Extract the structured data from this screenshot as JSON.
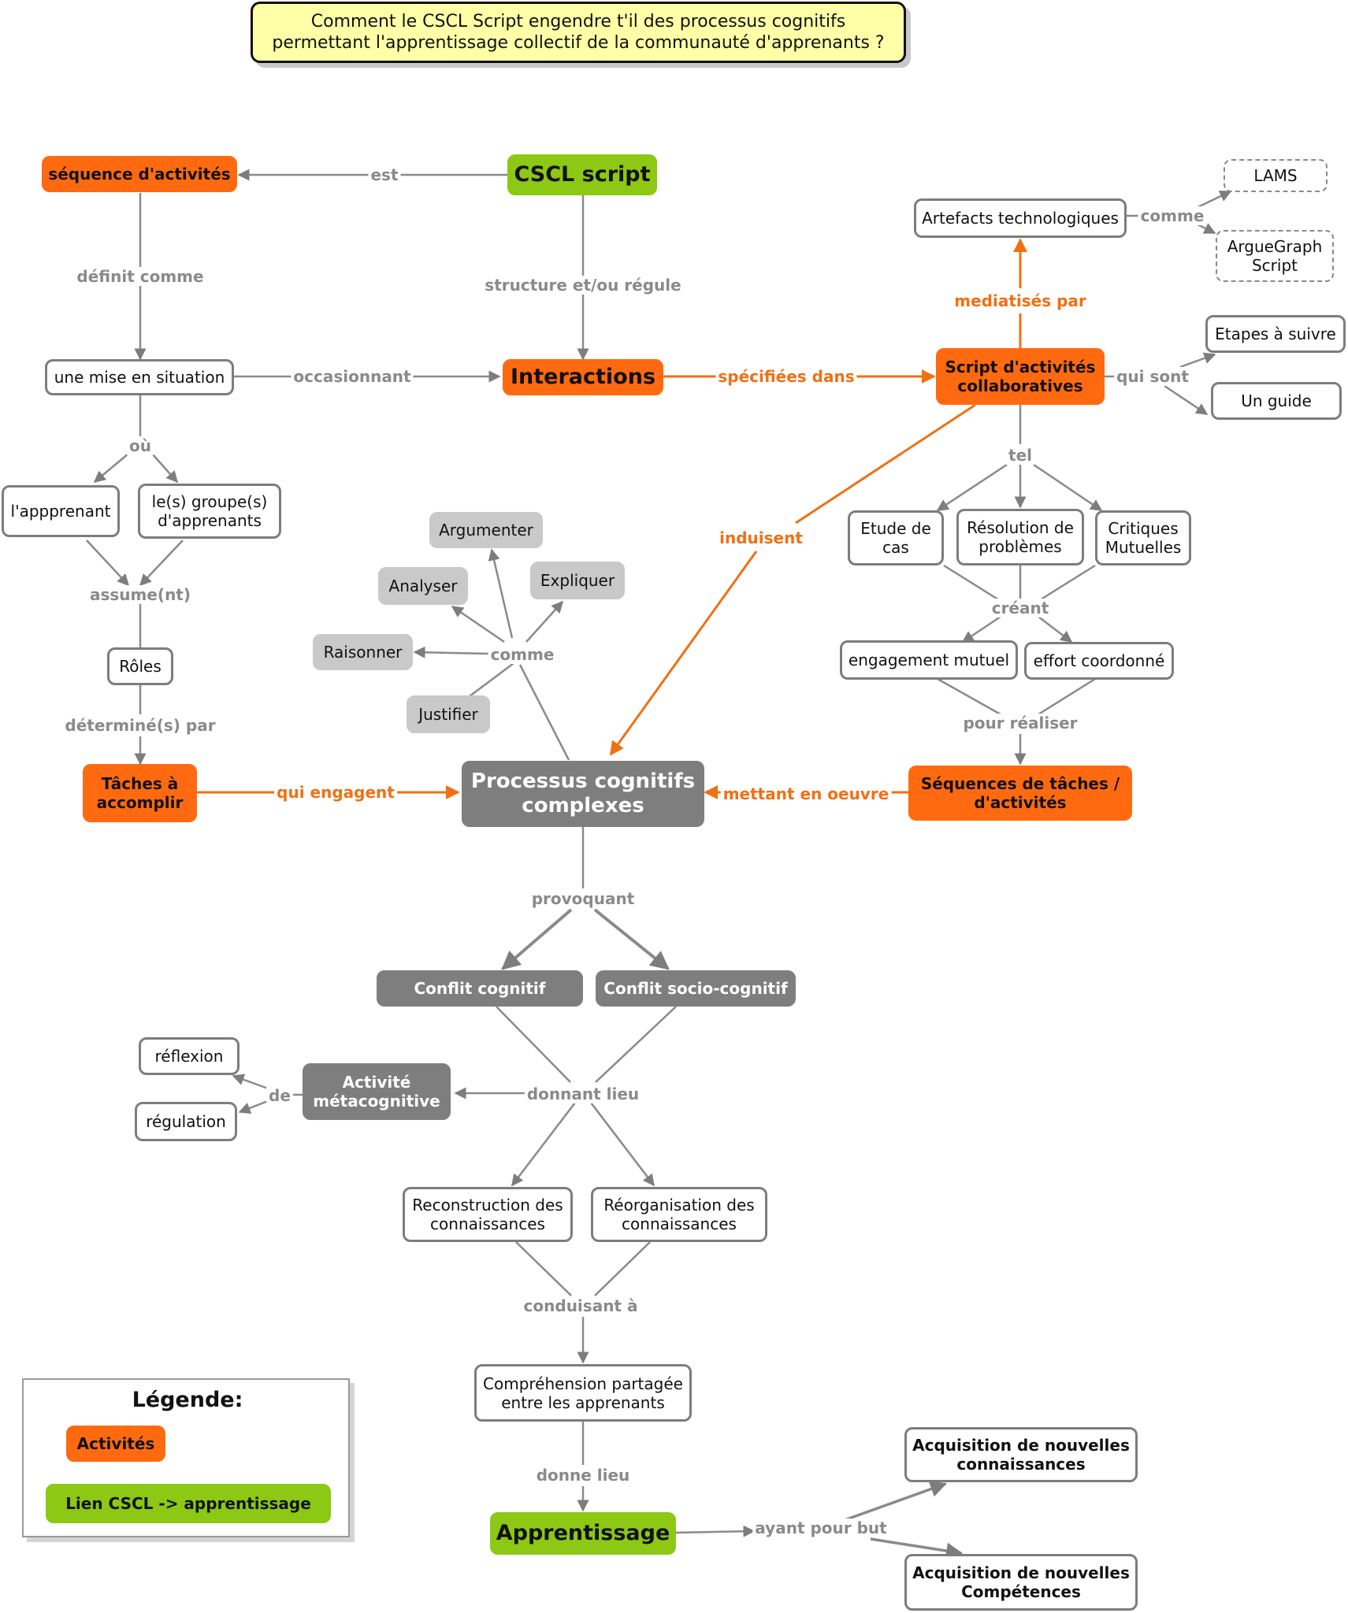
{
  "title": "Comment le CSCL Script engendre t'il des processus cognitifs\npermettant l'apprentissage collectif de la communauté d'apprenants ?",
  "nodes": {
    "sequence": "séquence d'activités",
    "cscl": "CSCL script",
    "artefacts": "Artefacts technologiques",
    "lams": "LAMS",
    "arguegraph": "ArgueGraph\nScript",
    "mise": "une mise en situation",
    "interactions": "Interactions",
    "script": "Script d'activités\ncollaboratives",
    "etapes": "Etapes à suivre",
    "guide": "Un guide",
    "apprenant": "l'appprenant",
    "groupes": "le(s) groupe(s)\nd'apprenants",
    "argumenter": "Argumenter",
    "analyser": "Analyser",
    "expliquer": "Expliquer",
    "raisonner": "Raisonner",
    "justifier": "Justifier",
    "etude": "Etude de\ncas",
    "resolution": "Résolution de\nproblèmes",
    "critiques": "Critiques\nMutuelles",
    "roles": "Rôles",
    "engagement": "engagement mutuel",
    "effort": "effort coordonné",
    "taches": "Tâches à\naccomplir",
    "processus": "Processus cognitifs\ncomplexes",
    "sequences_taches": "Séquences de tâches /\nd'activités",
    "conflit": "Conflit cognitif",
    "conflit_socio": "Conflit socio-cognitif",
    "reflexion": "réflexion",
    "activite_meta": "Activité\nmétacognitive",
    "regulation": "régulation",
    "reconstruction": "Reconstruction des\nconnaissances",
    "reorganisation": "Réorganisation des\nconnaissances",
    "comprehension": "Compréhension partagée\nentre les apprenants",
    "apprentissage": "Apprentissage",
    "acq_connaissances": "Acquisition de nouvelles\nconnaissances",
    "acq_competences": "Acquisition de nouvelles\nCompétences"
  },
  "links": {
    "est": "est",
    "definit": "définit comme",
    "structure": "structure et/ou régule",
    "comme_artefacts": "comme",
    "mediatises": "mediatisés par",
    "occasionnant": "occasionnant",
    "specifiees": "spécifiées dans",
    "qui_sont": "qui sont",
    "ou": "où",
    "tel": "tel",
    "induisent": "induisent",
    "assume": "assume(nt)",
    "comme_processus": "comme",
    "creant": "créant",
    "determine": "déterminé(s) par",
    "pour_realiser": "pour réaliser",
    "qui_engagent": "qui engagent",
    "mettant": "mettant en oeuvre",
    "provoquant": "provoquant",
    "de": "de",
    "donnant_lieu": "donnant lieu",
    "conduisant": "conduisant à",
    "donne_lieu": "donne lieu",
    "ayant_pour_but": "ayant pour but"
  },
  "legend": {
    "title": "Légende:",
    "activites": "Activités",
    "lien": "Lien CSCL -> apprentissage"
  },
  "colors": {
    "activity": "#ff6a10",
    "link_cscl": "#8cc814",
    "cognitive": "#7e7e7e",
    "verb": "#c9c9c9",
    "title_bg": "#ffffa8"
  }
}
